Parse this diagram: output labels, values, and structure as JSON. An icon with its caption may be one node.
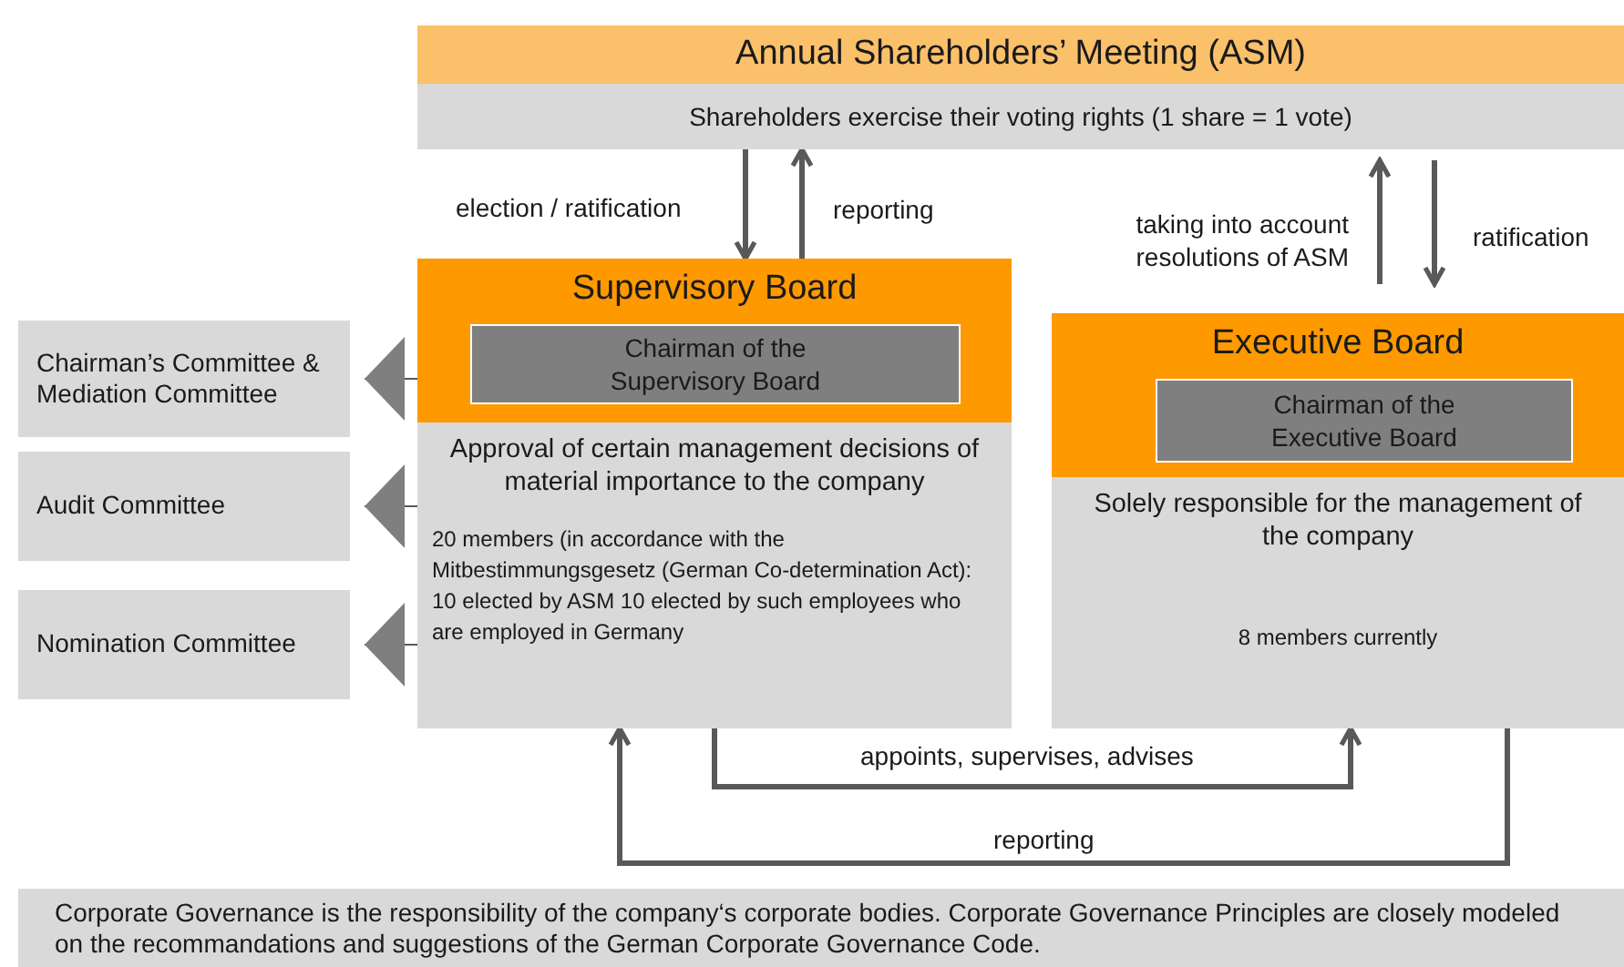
{
  "diagram": {
    "caption": "Corporate Governance is the responsibility of the company‘s corporate bodies. Corporate Governance Principles are closely modeled on the recommandations and suggestions of the German Corporate Governance  Code.",
    "nodes": [
      {
        "text": [
          "Annual Shareholders’ Meeting (ASM)",
          "Shareholders exercise their voting rights (1 share = 1 vote)"
        ]
      },
      {
        "text": [
          "Supervisory Board",
          "Approval of certain management decisions of material importance to the company",
          "20 members (in accordance with the Mitbestimmungsgesetz (German Co-determination Act): 10 elected by ASM 10 elected by such employees who are employed in Germany"
        ]
      },
      {
        "text": [
          "Chairman of the Supervisory Board"
        ],
        "in": 1
      },
      {
        "text": [
          "Executive Board",
          "Solely responsible for the management of the company",
          "8 members currently"
        ]
      },
      {
        "text": [
          "Chairman of the Executive Board"
        ],
        "in": 3
      },
      {
        "text": [
          "Chairman’s Committee & Mediation Committee"
        ]
      },
      {
        "text": [
          "Audit Committee"
        ]
      },
      {
        "text": [
          "Nomination Committee"
        ]
      }
    ],
    "edges": [
      {
        "from": 0,
        "to": 1,
        "arrow": "to",
        "label": "election / ratification"
      },
      {
        "from": 1,
        "to": 0,
        "arrow": "to",
        "label": "reporting"
      },
      {
        "from": 3,
        "to": 0,
        "arrow": "to",
        "label": "taking into account resolutions of ASM"
      },
      {
        "from": 0,
        "to": 3,
        "arrow": "to",
        "label": "ratification"
      },
      {
        "from": 1,
        "to": 3,
        "arrow": "to",
        "label": "appoints, supervises, advises"
      },
      {
        "from": 3,
        "to": 1,
        "arrow": "to",
        "label": "reporting"
      },
      {
        "from": 1,
        "to": 5,
        "arrow": "to"
      },
      {
        "from": 1,
        "to": 6,
        "arrow": "to"
      },
      {
        "from": 1,
        "to": 7,
        "arrow": "to"
      }
    ]
  }
}
